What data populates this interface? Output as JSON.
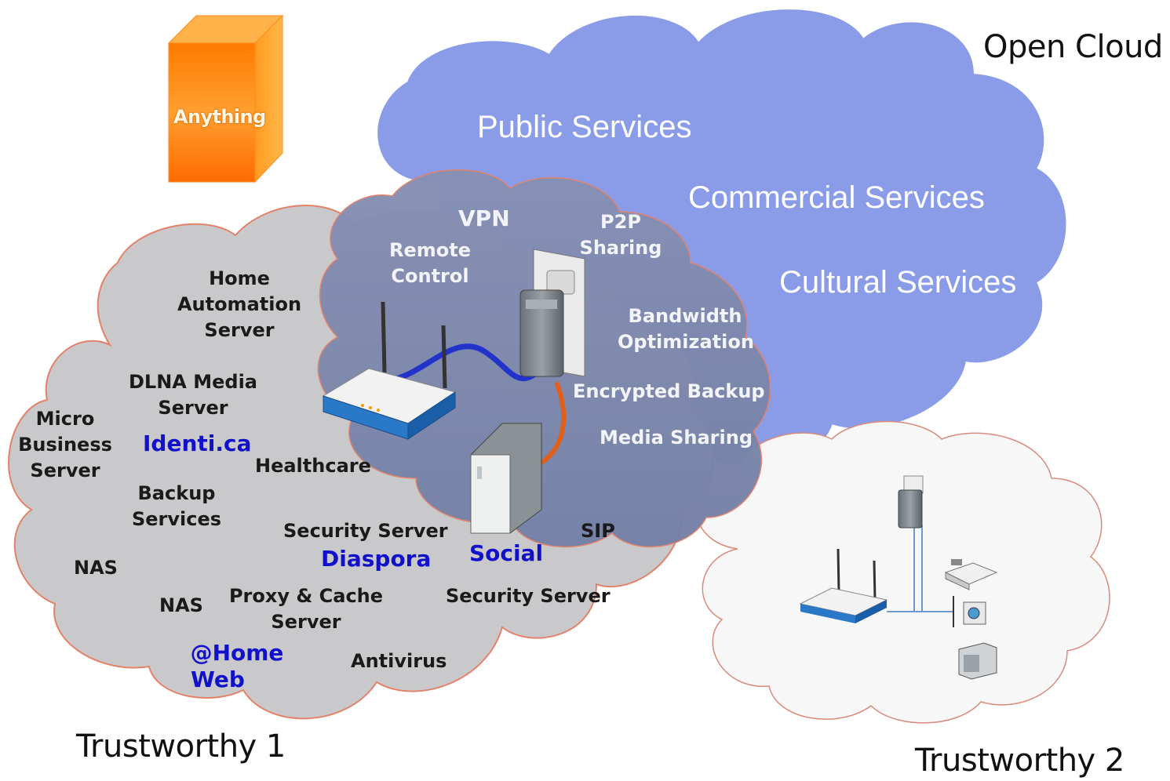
{
  "box": {
    "label": "Anything"
  },
  "clouds": {
    "open": {
      "title": "Open Cloud",
      "services": [
        "Public Services",
        "Commercial Services",
        "Cultural Services"
      ]
    },
    "trust1": {
      "title": "Trustworthy 1"
    },
    "trust2": {
      "title": "Trustworthy 2"
    }
  },
  "inner_labels": {
    "vpn": "VPN",
    "remote": [
      "Remote",
      "Control"
    ],
    "p2p": [
      "P2P",
      "Sharing"
    ],
    "bandwidth": [
      "Bandwidth",
      "Optimization"
    ],
    "encrypted": "Encrypted Backup",
    "media": "Media Sharing"
  },
  "services": {
    "home_automation": [
      "Home",
      "Automation",
      "Server"
    ],
    "dlna": [
      "DLNA Media",
      "Server"
    ],
    "micro": [
      "Micro",
      "Business",
      "Server"
    ],
    "identica": "Identi.ca",
    "healthcare": "Healthcare",
    "backup": [
      "Backup",
      "Services"
    ],
    "nas1": "NAS",
    "nas2": "NAS",
    "security1": "Security Server",
    "diaspora": "Diaspora",
    "social": "Social",
    "sip": "SIP",
    "proxy": [
      "Proxy & Cache",
      "Server"
    ],
    "security2": "Security Server",
    "athome": [
      "@Home",
      "Web"
    ],
    "antivirus": "Antivirus"
  },
  "colors": {
    "open_cloud": "#8a9ce8",
    "trust1_cloud": "#c9c9cb",
    "trust1_border": "#e3826b",
    "inner_cloud": "#7a85a8",
    "trust2_cloud": "#f5f5f5",
    "box_orange": "#ff8a1a",
    "link_blue": "#1111cc",
    "cable_blue": "#2233cc",
    "cable_orange": "#e0601a"
  }
}
